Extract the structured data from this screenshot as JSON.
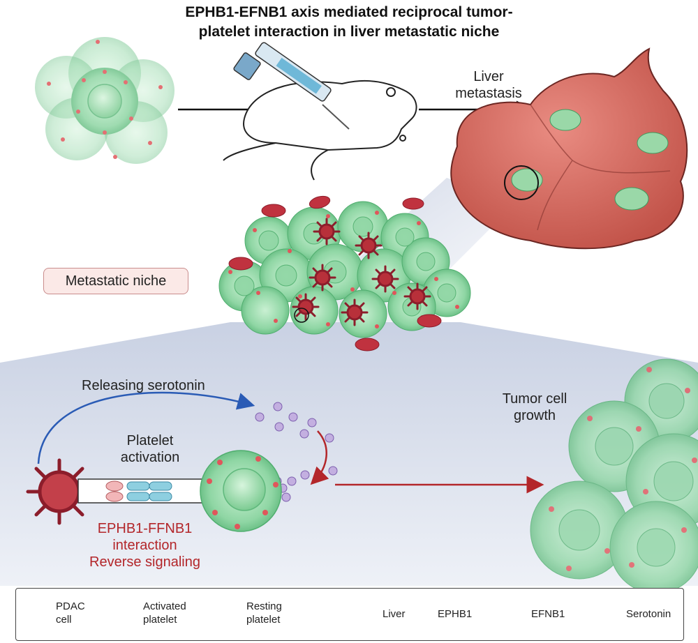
{
  "title": {
    "line1": "EPHB1-EFNB1 axis mediated reciprocal tumor-",
    "line2": "platelet interaction in liver metastatic niche"
  },
  "labels": {
    "liver_metastasis_1": "Liver",
    "liver_metastasis_2": "metastasis",
    "metastatic_niche": "Metastatic niche",
    "releasing_serotonin": "Releasing serotonin",
    "platelet_activation_1": "Platelet",
    "platelet_activation_2": "activation",
    "interaction_1": "EPHB1-FFNB1",
    "interaction_2": "interaction",
    "interaction_3": "Reverse signaling",
    "tumor_growth_1": "Tumor cell",
    "tumor_growth_2": "growth"
  },
  "legend": {
    "pdac_1": "PDAC",
    "pdac_2": "cell",
    "activated_1": "Activated",
    "activated_2": "platelet",
    "resting_1": "Resting",
    "resting_2": "platelet",
    "liver": "Liver",
    "ephb1": "EPHB1",
    "efnb1": "EFNB1",
    "serotonin": "Serotonin"
  },
  "colors": {
    "pdac_green": "#8fd6a4",
    "pdac_dark": "#3f9c5f",
    "platelet_red": "#b8303a",
    "liver": "#d4675e",
    "ephb1_blue": "#8ecfe0",
    "efnb1_pink": "#f2b6b8",
    "serotonin": "#b9a2d6",
    "arrow_blue": "#2a5bb5",
    "arrow_red": "#b3262a",
    "text_red": "#b3262a"
  },
  "icons": [
    "pdac-cell-icon",
    "activated-platelet-icon",
    "resting-platelet-icon",
    "liver-icon",
    "ephb1-icon",
    "efnb1-icon",
    "serotonin-icon",
    "syringe-icon",
    "mouse-icon"
  ]
}
